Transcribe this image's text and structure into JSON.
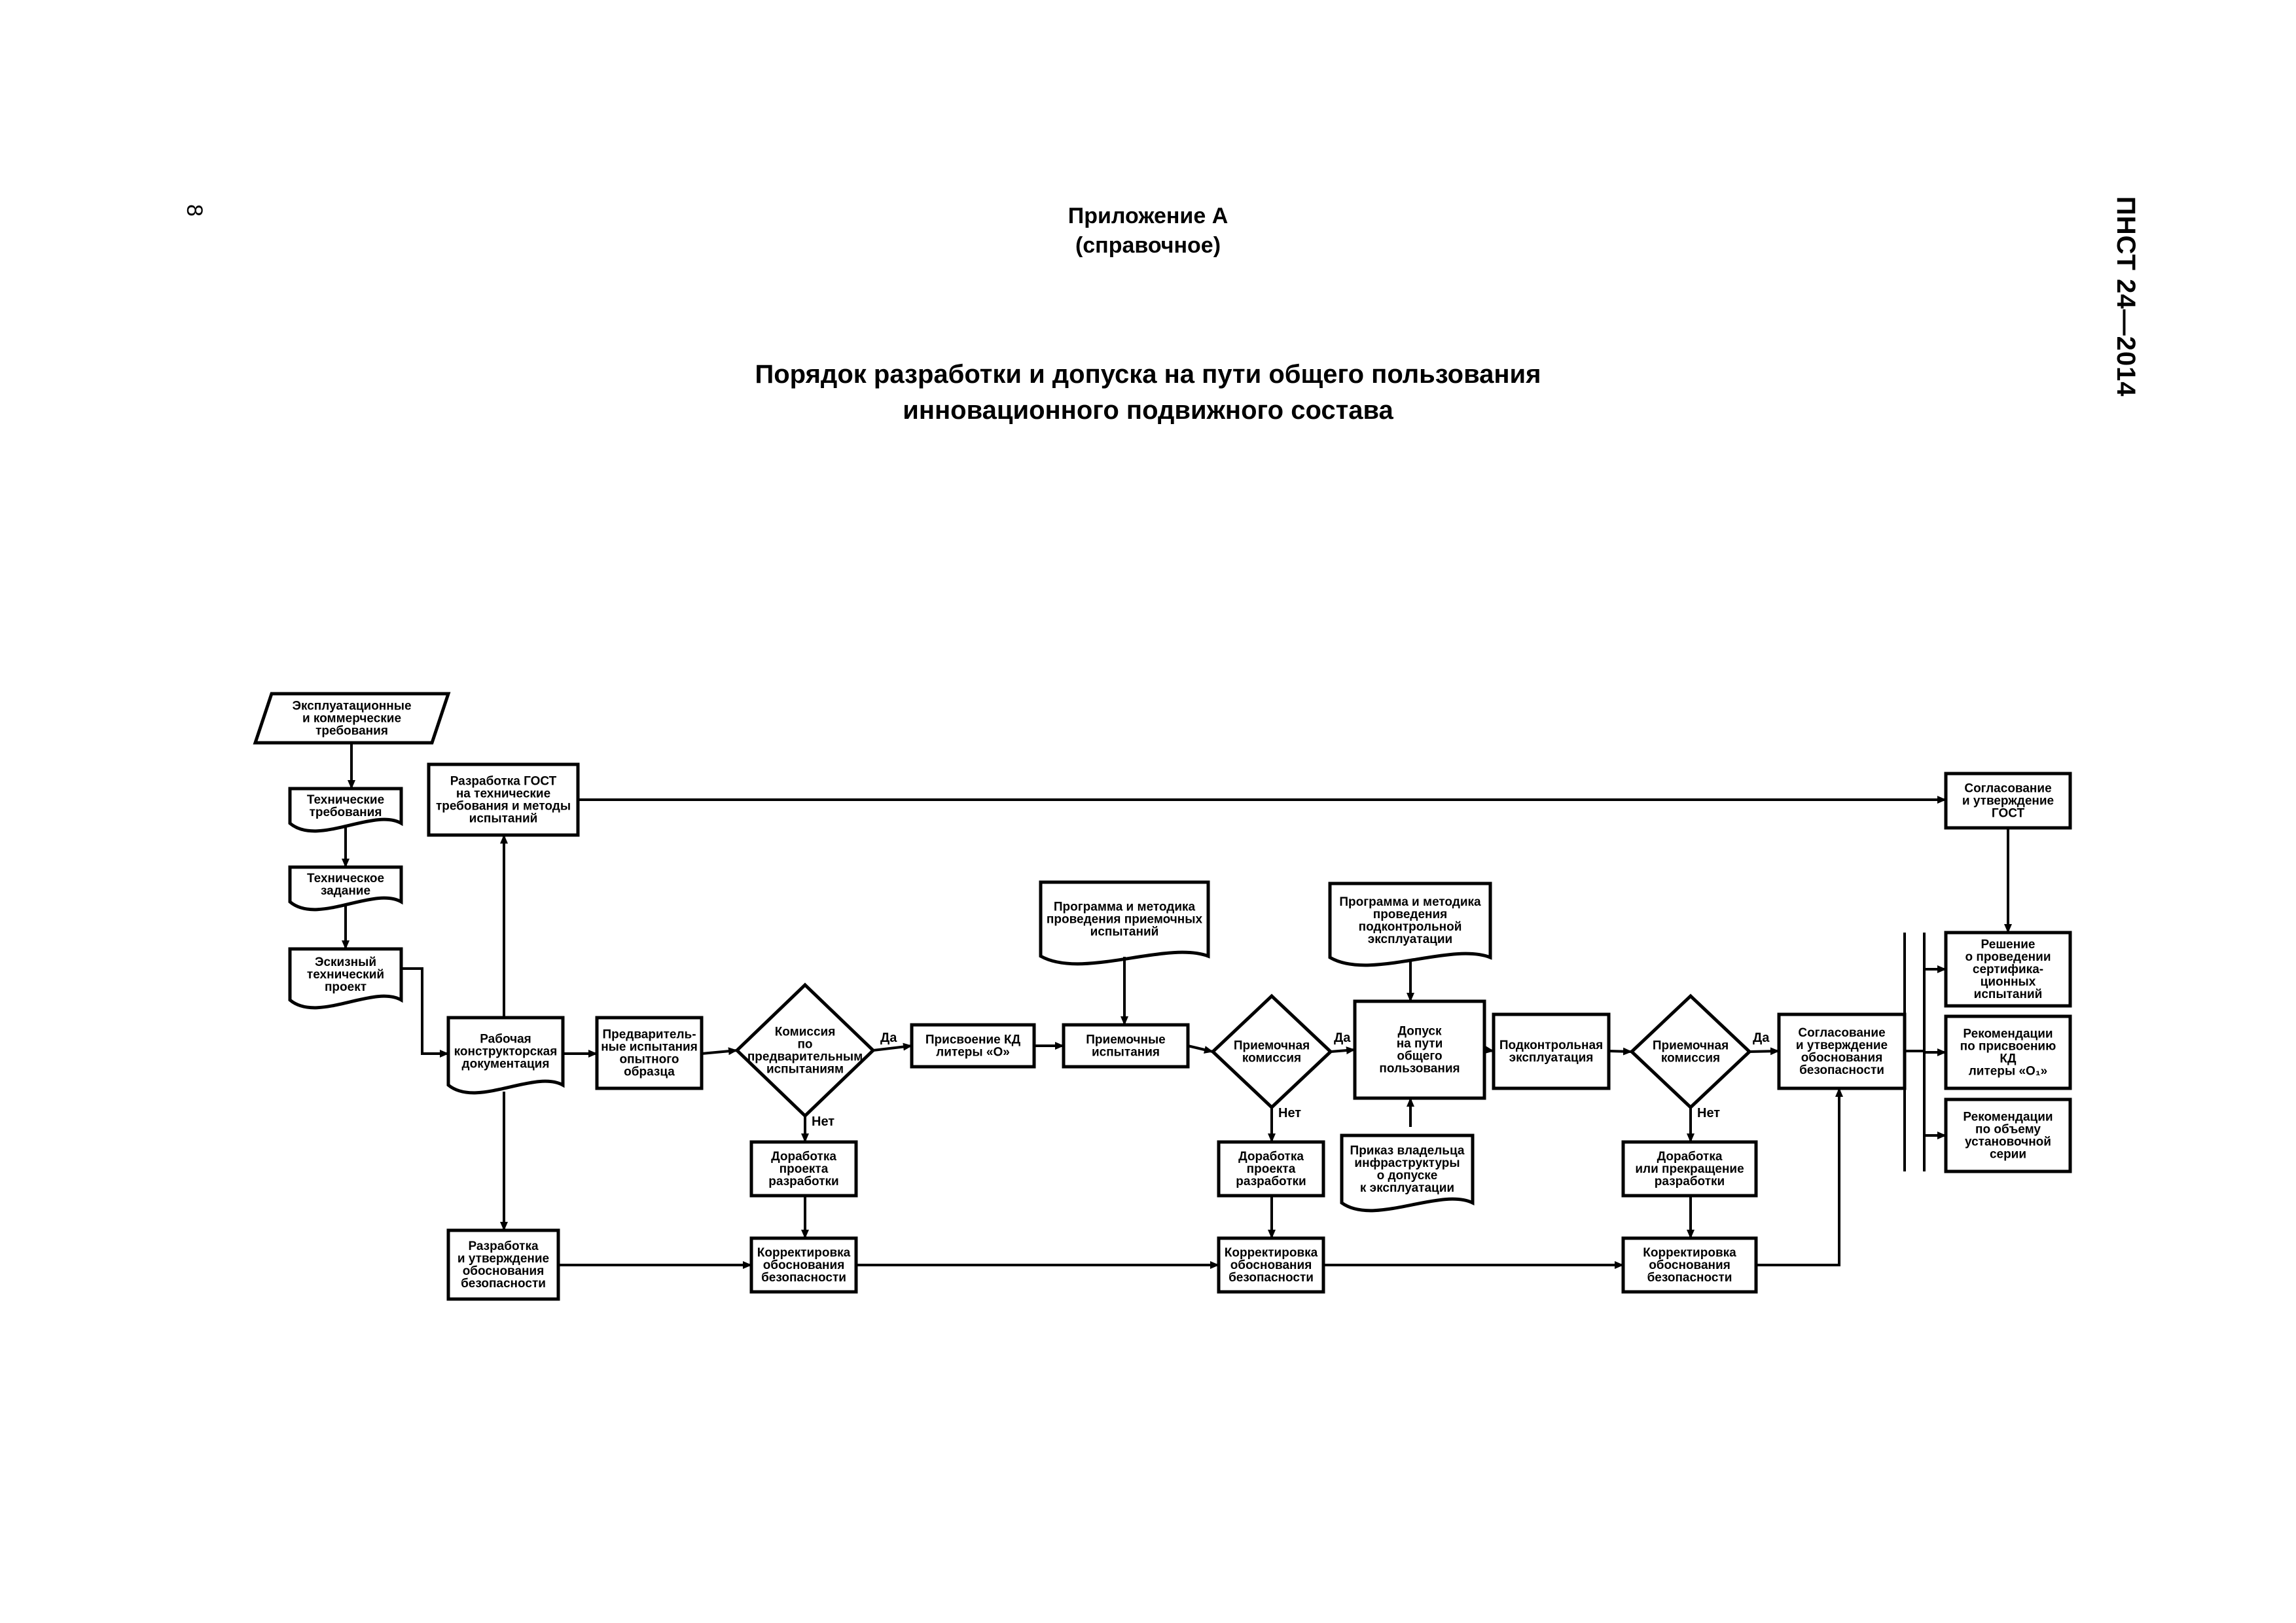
{
  "header": {
    "page_number": "8",
    "document_code": "ПНСТ 24—2014",
    "appendix_title": "Приложение А",
    "appendix_kind": "(справочное)",
    "title_line1": "Порядок разработки и допуска на пути общего пользования",
    "title_line2": "инновационного подвижного состава"
  },
  "nodes": {
    "oper_requirements": [
      "Эксплуатационные",
      "и коммерческие",
      "требования"
    ],
    "tech_requirements": [
      "Технические",
      "требования"
    ],
    "tech_task": [
      "Техническое",
      "задание"
    ],
    "sketch_project": [
      "Эскизный",
      "технический",
      "проект"
    ],
    "gost_dev": [
      "Разработка ГОСТ",
      "на технические",
      "требования и методы",
      "испытаний"
    ],
    "working_docs": [
      "Рабочая",
      "конструкторская",
      "документация"
    ],
    "prelim_tests": [
      "Предваритель-",
      "ные испытания",
      "опытного",
      "образца"
    ],
    "prelim_commission": [
      "Комиссия",
      "по",
      "предварительным",
      "испытаниям"
    ],
    "assign_kd": [
      "Присвоение КД",
      "литеры «О»"
    ],
    "accept_program": [
      "Программа и методика",
      "проведения приемочных",
      "испытаний"
    ],
    "accept_tests": [
      "Приемочные",
      "испытания"
    ],
    "accept_commission1": [
      "Приемочная",
      "комиссия"
    ],
    "control_program": [
      "Программа и методика",
      "проведения",
      "подконтрольной",
      "эксплуатации"
    ],
    "admission": [
      "Допуск",
      "на пути",
      "общего",
      "пользования"
    ],
    "owner_order": [
      "Приказ владельца",
      "инфраструктуры",
      "о допуске",
      "к эксплуатации"
    ],
    "control_operation": [
      "Подконтрольная",
      "эксплуатация"
    ],
    "accept_commission2": [
      "Приемочная",
      "комиссия"
    ],
    "safety_approval": [
      "Согласование",
      "и утверждение",
      "обоснования",
      "безопасности"
    ],
    "gost_approval": [
      "Согласование",
      "и утверждение",
      "ГОСТ"
    ],
    "cert_decision": [
      "Решение",
      "о проведении",
      "сертифика-",
      "ционных",
      "испытаний"
    ],
    "assign_o1": [
      "Рекомендации",
      "по присвоению",
      "КД",
      "литеры «O₁»"
    ],
    "series_volume": [
      "Рекомендации",
      "по объему",
      "установочной",
      "серии"
    ],
    "rework1": [
      "Доработка",
      "проекта",
      "разработки"
    ],
    "rework2": [
      "Доработка",
      "проекта",
      "разработки"
    ],
    "rework3": [
      "Доработка",
      "или прекращение",
      "разработки"
    ],
    "safety_dev": [
      "Разработка",
      "и утверждение",
      "обоснования",
      "безопасности"
    ],
    "safety_corr1": [
      "Корректировка",
      "обоснования",
      "безопасности"
    ],
    "safety_corr2": [
      "Корректировка",
      "обоснования",
      "безопасности"
    ],
    "safety_corr3": [
      "Корректировка",
      "обоснования",
      "безопасности"
    ]
  },
  "labels": {
    "yes": "Да",
    "no": "Нет"
  }
}
